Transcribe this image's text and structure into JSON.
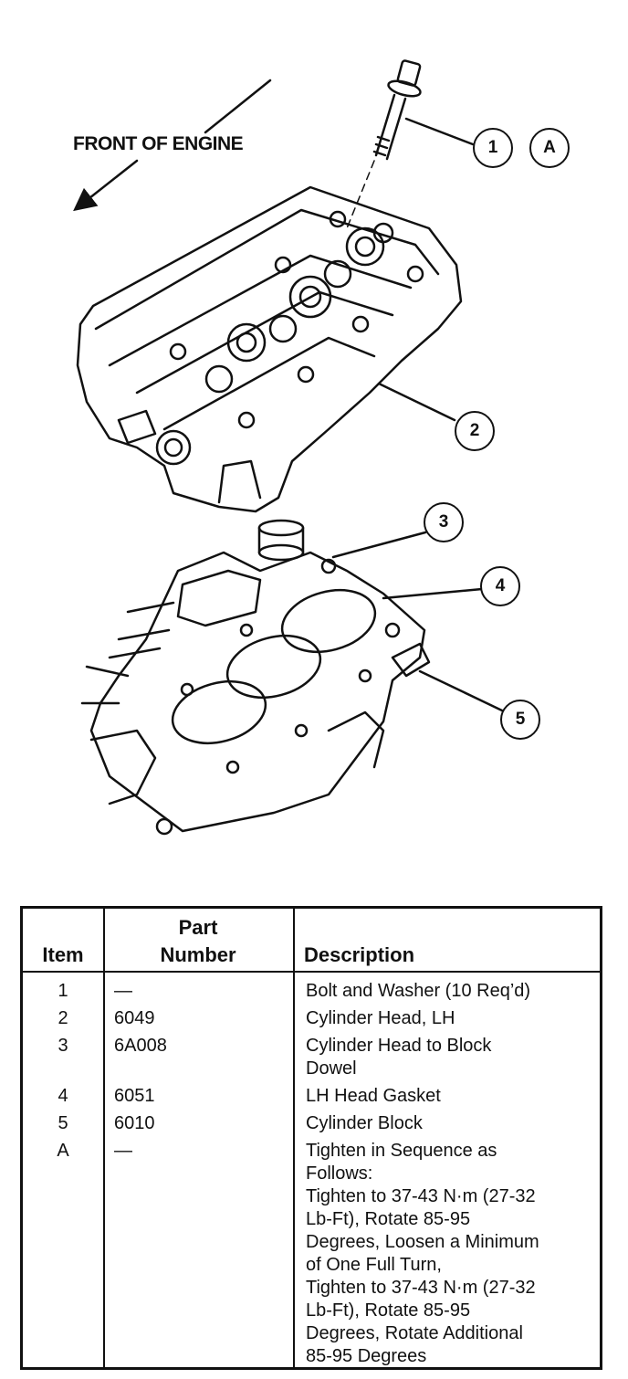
{
  "diagram": {
    "front_label": "FRONT OF ENGINE",
    "callouts": [
      {
        "id": "callout-1",
        "label": "1"
      },
      {
        "id": "callout-a",
        "label": "A"
      },
      {
        "id": "callout-2",
        "label": "2"
      },
      {
        "id": "callout-3",
        "label": "3"
      },
      {
        "id": "callout-4",
        "label": "4"
      },
      {
        "id": "callout-5",
        "label": "5"
      }
    ]
  },
  "legend": {
    "headers": {
      "item": "Item",
      "part_number": "Part\nNumber",
      "description": "Description"
    },
    "rows": [
      {
        "item": "1",
        "part": "—",
        "desc": "Bolt and Washer (10 Req’d)"
      },
      {
        "item": "2",
        "part": "6049",
        "desc": "Cylinder Head, LH"
      },
      {
        "item": "3",
        "part": "6A008",
        "desc": "Cylinder Head to Block\nDowel"
      },
      {
        "item": "4",
        "part": "6051",
        "desc": "LH Head Gasket"
      },
      {
        "item": "5",
        "part": "6010",
        "desc": "Cylinder Block"
      },
      {
        "item": "A",
        "part": "—",
        "desc": "Tighten in Sequence as\nFollows:\nTighten to 37-43 N·m (27-32\nLb-Ft), Rotate 85-95\nDegrees, Loosen a Minimum\nof One Full Turn,\nTighten to 37-43 N·m (27-32\nLb-Ft), Rotate 85-95\nDegrees, Rotate Additional\n85-95 Degrees"
      }
    ]
  }
}
